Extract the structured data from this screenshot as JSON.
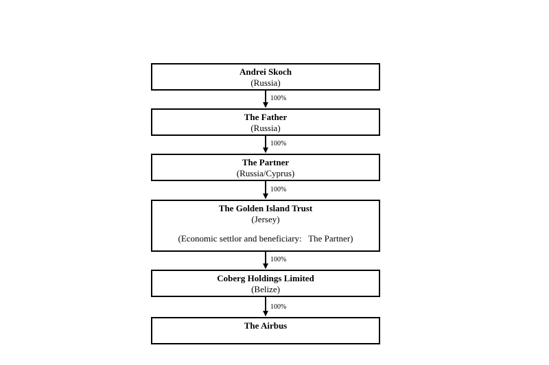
{
  "entities": [
    {
      "name": "Andrei Skoch",
      "location": "(Russia)",
      "note": ""
    },
    {
      "name": "The Father",
      "location": "(Russia)",
      "note": ""
    },
    {
      "name": "The Partner",
      "location": "(Russia/Cyprus)",
      "note": ""
    },
    {
      "name": "The Golden Island Trust",
      "location": "(Jersey)",
      "note": "(Economic settlor and beneficiary:   The Partner)"
    },
    {
      "name": "Coberg Holdings Limited",
      "location": "(Belize)",
      "note": ""
    },
    {
      "name": "The Airbus",
      "location": "",
      "note": ""
    }
  ],
  "links": [
    {
      "label": "100%"
    },
    {
      "label": "100%"
    },
    {
      "label": "100%"
    },
    {
      "label": "100%"
    },
    {
      "label": "100%"
    }
  ]
}
